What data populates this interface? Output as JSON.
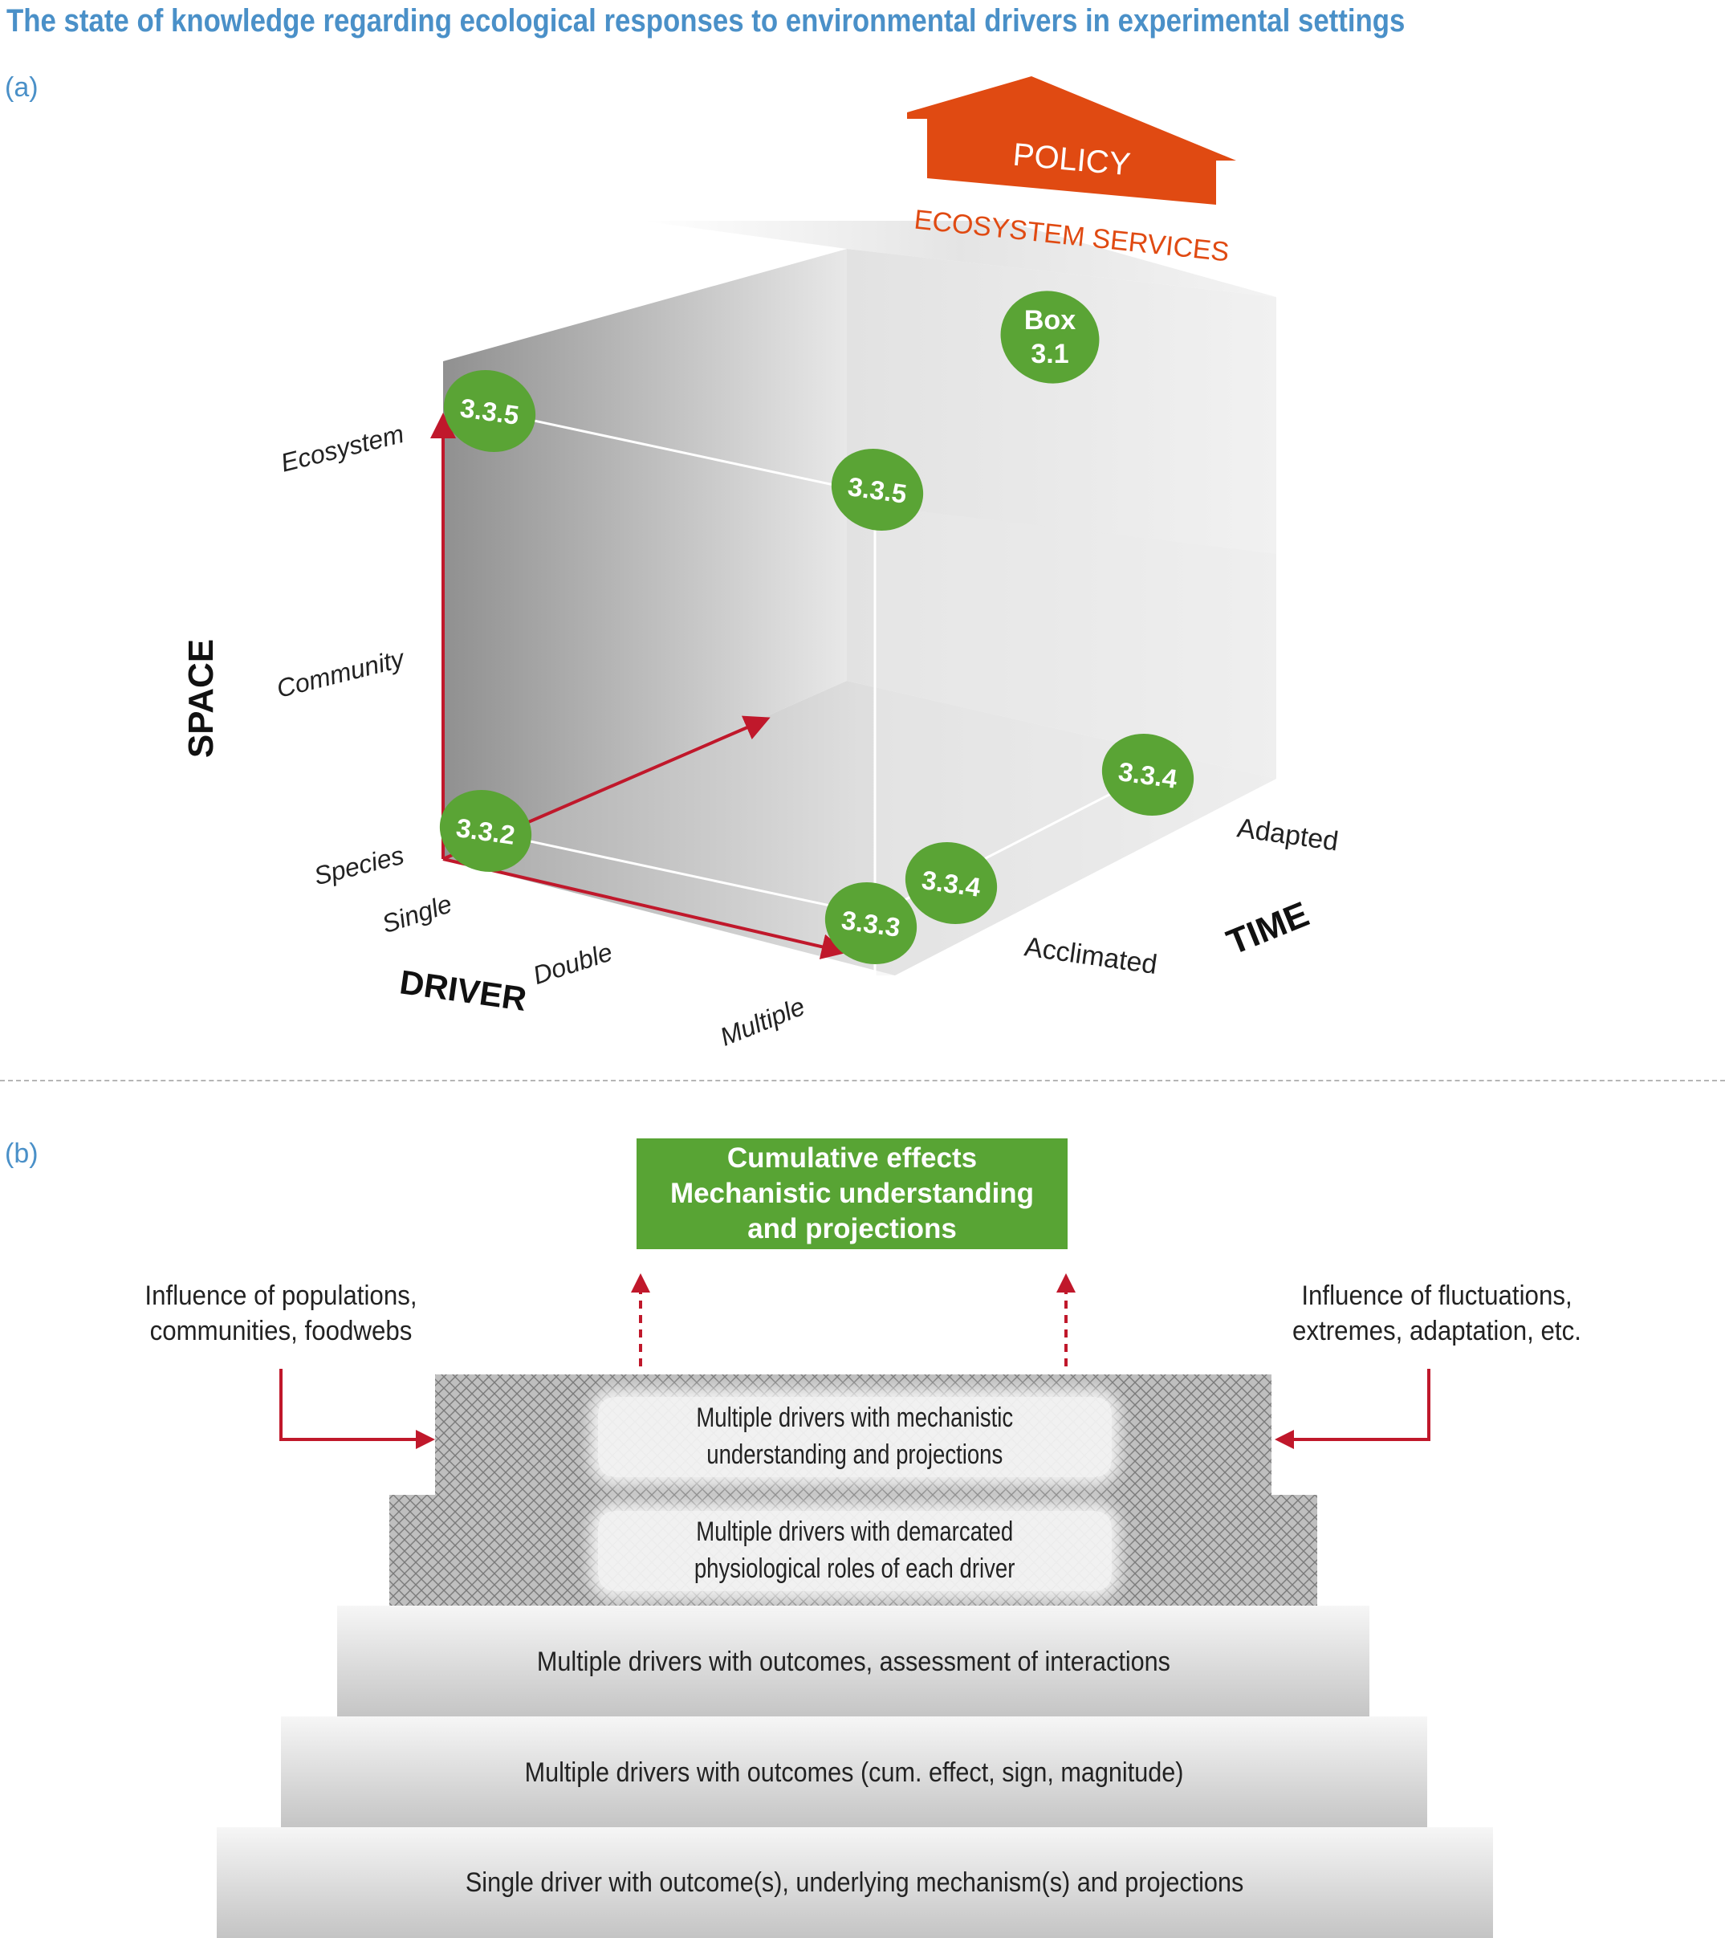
{
  "title": "The state of knowledge regarding ecological responses to environmental drivers in experimental settings",
  "panel_a": {
    "label": "(a)",
    "policy": "POLICY",
    "ecosystem_services": "ECOSYSTEM SERVICES",
    "axes": {
      "space": "SPACE",
      "driver": "DRIVER",
      "time": "TIME"
    },
    "space_levels": [
      "Ecosystem",
      "Community",
      "Species"
    ],
    "driver_levels": [
      "Single",
      "Double",
      "Multiple"
    ],
    "time_levels": [
      "Acclimated",
      "Adapted"
    ],
    "badges": {
      "box": [
        "Box",
        "3.1"
      ],
      "ecosystem_single": "3.3.5",
      "ecosystem_multiple": "3.3.5",
      "species_single": "3.3.2",
      "species_multiple": "3.3.3",
      "acclimated": "3.3.4",
      "adapted": "3.3.4"
    },
    "colors": {
      "badge": "#5aa435",
      "arrow": "#c0182b",
      "policy": "#e04a12"
    }
  },
  "panel_b": {
    "label": "(b)",
    "result": [
      "Cumulative effects",
      "Mechanistic understanding",
      "and projections"
    ],
    "left_note": [
      "Influence of populations,",
      "communities, foodwebs"
    ],
    "right_note": [
      "Influence of fluctuations,",
      "extremes, adaptation, etc."
    ],
    "steps": [
      [
        "Multiple drivers with mechanistic",
        "understanding and projections"
      ],
      [
        "Multiple drivers with demarcated",
        "physiological roles of each driver"
      ],
      [
        "Multiple drivers with outcomes, assessment of interactions"
      ],
      [
        "Multiple drivers with outcomes (cum. effect, sign, magnitude)"
      ],
      [
        "Single driver with outcome(s), underlying mechanism(s) and projections"
      ]
    ]
  }
}
